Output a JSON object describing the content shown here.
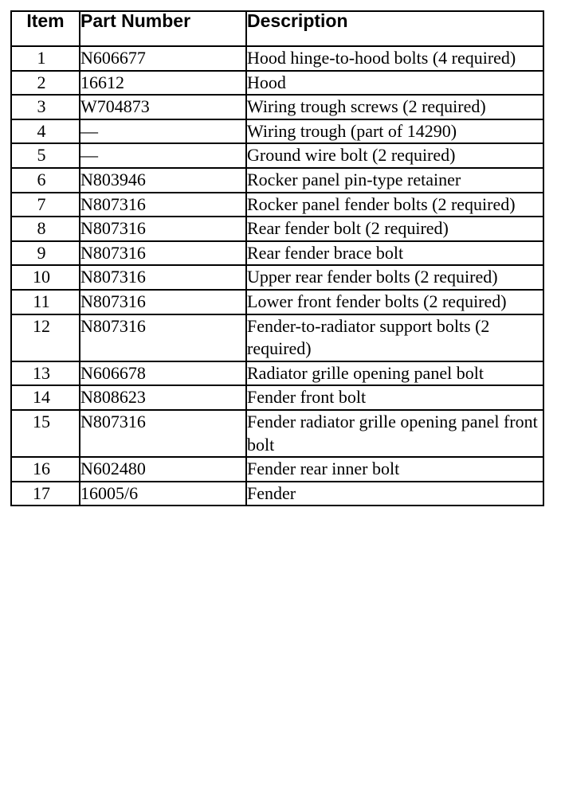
{
  "table": {
    "columns": [
      {
        "key": "item",
        "label": "Item"
      },
      {
        "key": "part_number",
        "label": "Part Number"
      },
      {
        "key": "description",
        "label": "Description"
      }
    ],
    "rows": [
      {
        "item": "1",
        "part_number": "N606677",
        "description": "Hood hinge-to-hood bolts (4 required)"
      },
      {
        "item": "2",
        "part_number": "16612",
        "description": "Hood"
      },
      {
        "item": "3",
        "part_number": "W704873",
        "description": "Wiring trough screws (2 required)"
      },
      {
        "item": "4",
        "part_number": "—",
        "description": "Wiring trough (part of 14290)"
      },
      {
        "item": "5",
        "part_number": "—",
        "description": "Ground wire bolt (2 required)"
      },
      {
        "item": "6",
        "part_number": "N803946",
        "description": "Rocker panel pin-type retainer"
      },
      {
        "item": "7",
        "part_number": "N807316",
        "description": "Rocker panel fender bolts (2 required)"
      },
      {
        "item": "8",
        "part_number": "N807316",
        "description": "Rear fender bolt (2 required)"
      },
      {
        "item": "9",
        "part_number": "N807316",
        "description": "Rear fender brace bolt"
      },
      {
        "item": "10",
        "part_number": "N807316",
        "description": "Upper rear fender bolts (2 required)"
      },
      {
        "item": "11",
        "part_number": "N807316",
        "description": "Lower front fender bolts (2 required)"
      },
      {
        "item": "12",
        "part_number": "N807316",
        "description": "Fender-to-radiator support bolts (2 required)"
      },
      {
        "item": "13",
        "part_number": "N606678",
        "description": "Radiator grille opening panel bolt"
      },
      {
        "item": "14",
        "part_number": "N808623",
        "description": "Fender front bolt"
      },
      {
        "item": "15",
        "part_number": "N807316",
        "description": "Fender radiator grille opening panel front bolt"
      },
      {
        "item": "16",
        "part_number": "N602480",
        "description": "Fender rear inner bolt"
      },
      {
        "item": "17",
        "part_number": "16005/6",
        "description": "Fender"
      }
    ]
  },
  "colors": {
    "border": "#000000",
    "text": "#000000",
    "background": "#ffffff"
  }
}
